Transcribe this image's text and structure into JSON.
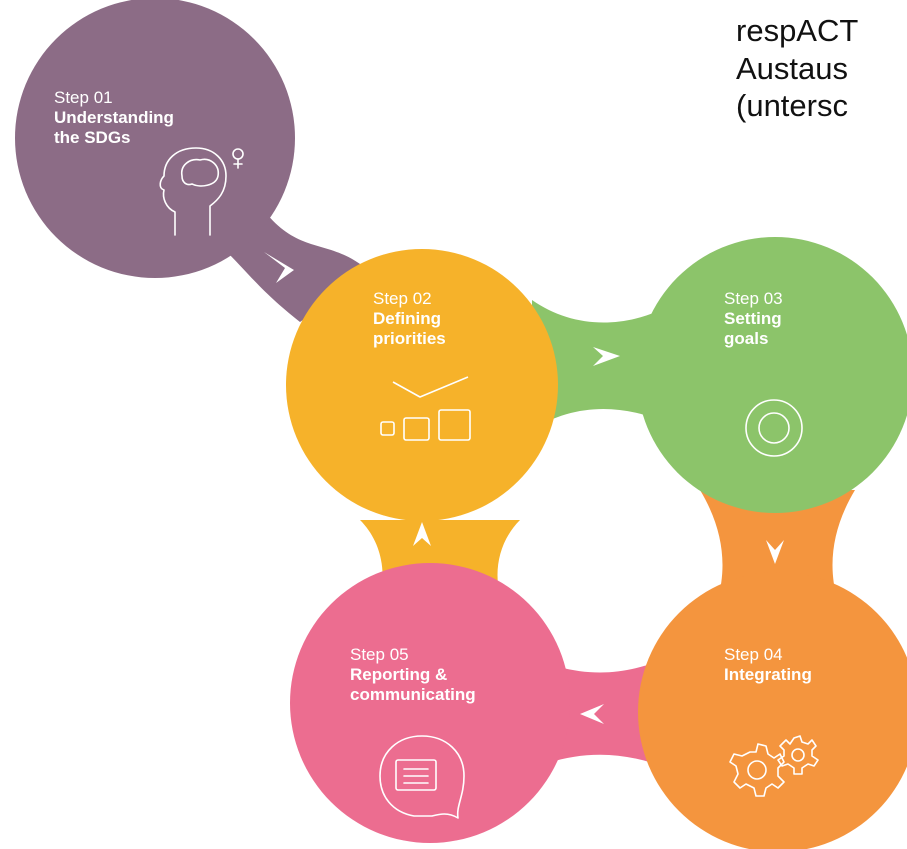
{
  "colors": {
    "step1": "#8c6c86",
    "step2": "#f6b22a",
    "step3": "#8cc46a",
    "step4": "#f4953e",
    "step5": "#ec6d90",
    "arrow": "#ffffff"
  },
  "steps": [
    {
      "number": "Step 01",
      "title": "Understanding\nthe SDGs",
      "icon": "head-with-brain-icon"
    },
    {
      "number": "Step 02",
      "title": "Defining\npriorities",
      "icon": "priority-boxes-icon"
    },
    {
      "number": "Step 03",
      "title": "Setting\ngoals",
      "icon": "target-icon"
    },
    {
      "number": "Step 04",
      "title": "Integrating",
      "icon": "gears-icon"
    },
    {
      "number": "Step 05",
      "title": "Reporting &\ncommunicating",
      "icon": "speech-bubble-document-icon"
    }
  ],
  "overlay_text": {
    "line1": "respACT",
    "line2": "Austaus",
    "line3": "(untersc"
  }
}
